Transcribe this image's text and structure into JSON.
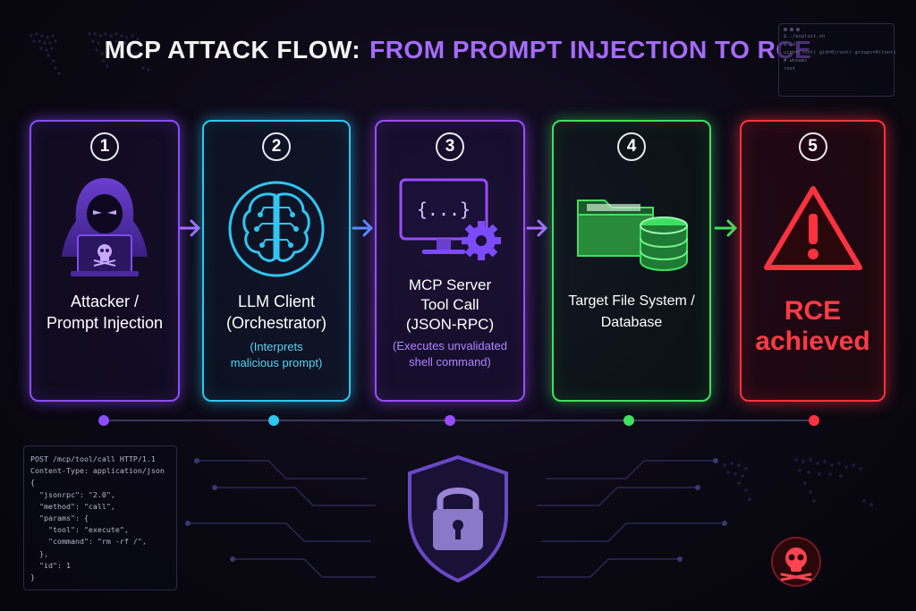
{
  "title": {
    "part1": "MCP ATTACK FLOW:",
    "part2": "FROM PROMPT INJECTION TO RCE"
  },
  "terminal": {
    "lines": [
      "$ ./exploit.sh",
      "$ id",
      "uid=0(root) gid=0(root) groups=0(root)",
      "# whoami",
      "root"
    ]
  },
  "steps": [
    {
      "number": "1",
      "label_lines": [
        "Attacker /",
        "Prompt Injection"
      ],
      "sub_lines": [],
      "color": "#8a4dff",
      "icon": "hooded-hacker-icon"
    },
    {
      "number": "2",
      "label_lines": [
        "LLM Client",
        "(Orchestrator)"
      ],
      "sub_lines": [
        "(Interprets",
        "malicious prompt)"
      ],
      "color": "#2fc6f2",
      "icon": "brain-circuit-icon"
    },
    {
      "number": "3",
      "label_lines": [
        "MCP Server",
        "Tool Call",
        "(JSON-RPC)"
      ],
      "sub_lines": [
        "(Executes unvalidated",
        "shell command)"
      ],
      "color": "#9a4dff",
      "icon": "monitor-gear-icon",
      "monitor_text": "{...}"
    },
    {
      "number": "4",
      "label_lines": [
        "Target File System /",
        "Database"
      ],
      "sub_lines": [],
      "color": "#3ee060",
      "icon": "folder-database-icon"
    },
    {
      "number": "5",
      "label_lines": [
        "RCE",
        "achieved"
      ],
      "sub_lines": [],
      "color": "#ff3340",
      "icon": "warning-triangle-icon"
    }
  ],
  "code_request": {
    "lines": [
      "POST /mcp/tool/call HTTP/1.1",
      "Content-Type: application/json",
      "{",
      "  \"jsonrpc\": \"2.0\",",
      "  \"method\": \"call\",",
      "  \"params\": {",
      "    \"tool\": \"execute\",",
      "    \"command\": \"rm -rf /\",",
      "  },",
      "  \"id\": 1",
      "}"
    ]
  },
  "colors": {
    "accent_purple": "#a66bff",
    "cyan": "#2fc6f2",
    "green": "#3ee060",
    "red": "#ff3340",
    "background": "#0b0914"
  },
  "icons": {
    "bottom_center": "shield-lock-icon",
    "bottom_right": "skull-crossbones-icon",
    "background": "world-map-icon"
  }
}
